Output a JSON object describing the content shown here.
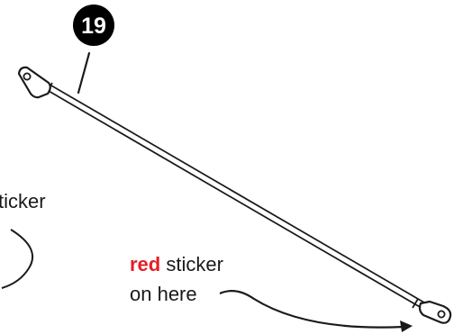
{
  "part_number": "19",
  "left_label": {
    "visible_fragment": "ticker"
  },
  "right_label": {
    "color_word": "red",
    "line1_rest": " sticker",
    "line2": "on here"
  },
  "colors": {
    "ink": "#1a1a1a",
    "red": "#e41f26",
    "badge_fill": "#000000",
    "badge_text": "#ffffff"
  }
}
